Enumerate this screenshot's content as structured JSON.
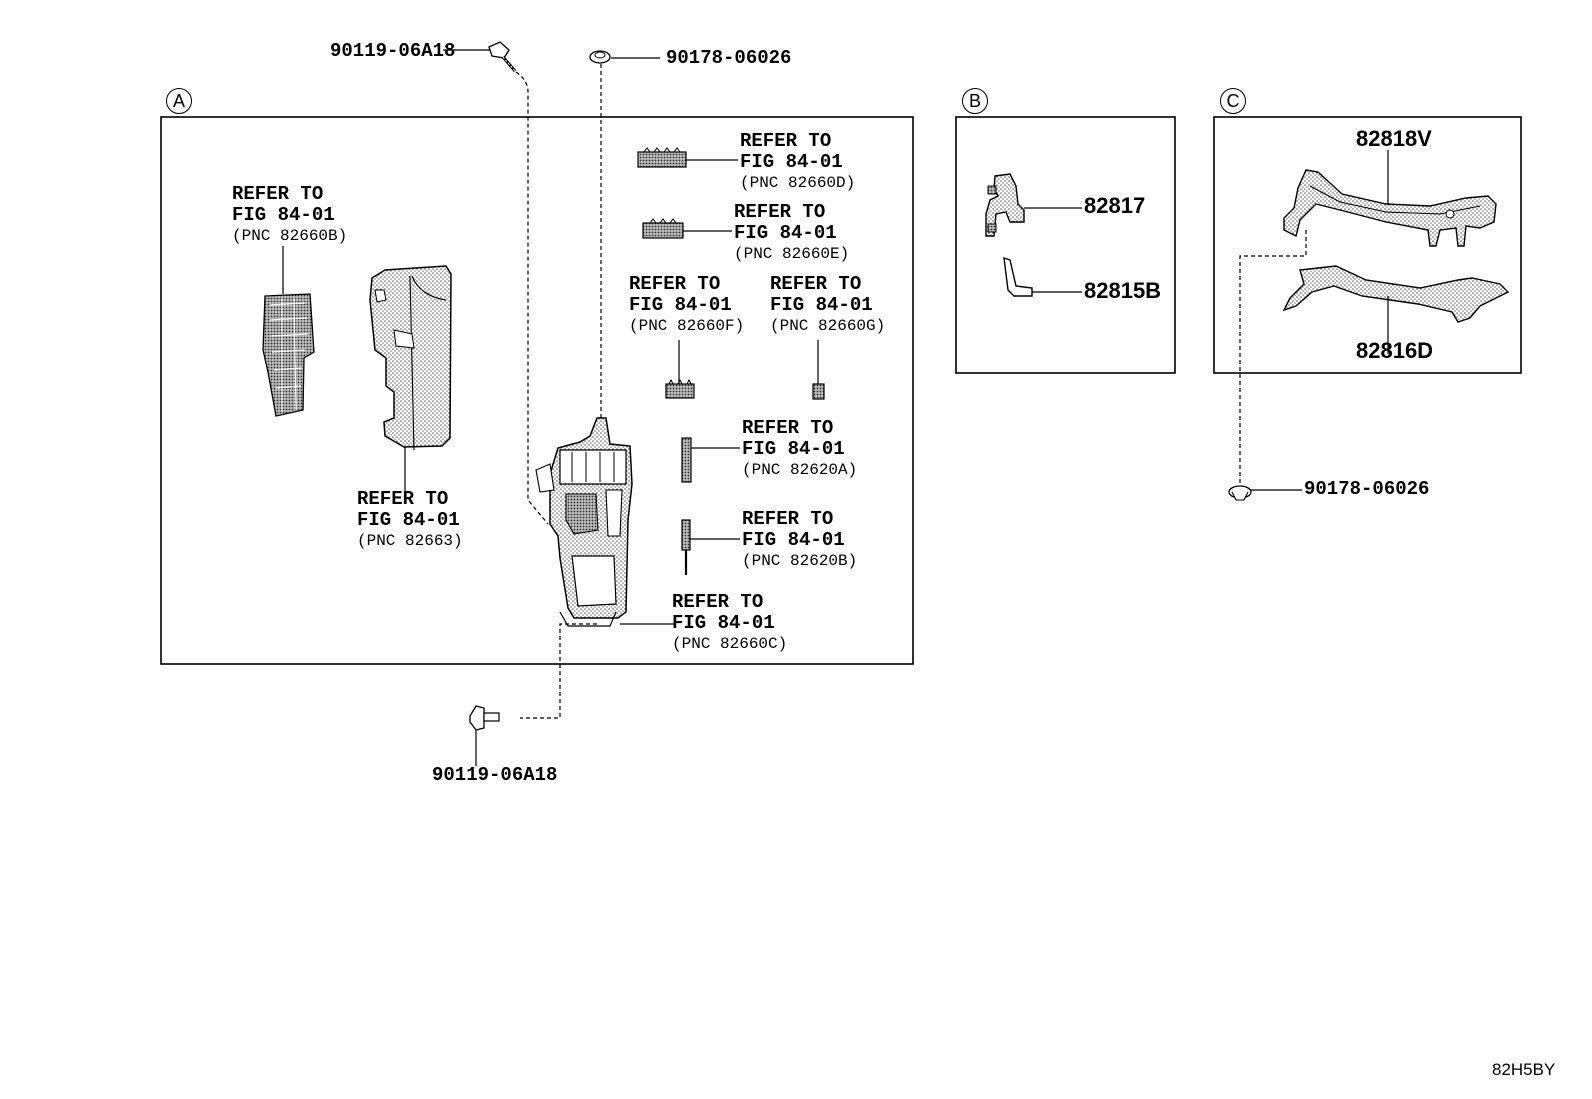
{
  "sections": {
    "a": "A",
    "b": "B",
    "c": "C"
  },
  "refs": {
    "r82660b": {
      "l1": "REFER TO",
      "l2": "FIG 84-01",
      "l3": "(PNC 82660B)"
    },
    "r82663": {
      "l1": "REFER TO",
      "l2": "FIG 84-01",
      "l3": "(PNC 82663)"
    },
    "r82660d": {
      "l1": "REFER TO",
      "l2": "FIG 84-01",
      "l3": "(PNC 82660D)"
    },
    "r82660e": {
      "l1": "REFER TO",
      "l2": "FIG 84-01",
      "l3": "(PNC 82660E)"
    },
    "r82660f": {
      "l1": "REFER TO",
      "l2": "FIG 84-01",
      "l3": "(PNC 82660F)"
    },
    "r82660g": {
      "l1": "REFER TO",
      "l2": "FIG 84-01",
      "l3": "(PNC 82660G)"
    },
    "r82620a": {
      "l1": "REFER TO",
      "l2": "FIG 84-01",
      "l3": "(PNC 82620A)"
    },
    "r82620b": {
      "l1": "REFER TO",
      "l2": "FIG 84-01",
      "l3": "(PNC 82620B)"
    },
    "r82660c": {
      "l1": "REFER TO",
      "l2": "FIG 84-01",
      "l3": "(PNC 82660C)"
    }
  },
  "parts": {
    "bolt_top": "90119-06A18",
    "clip_top": "90178-06026",
    "bolt_bottom": "90119-06A18",
    "p82817": "82817",
    "p82815b": "82815B",
    "p82818v": "82818V",
    "p82816d": "82816D",
    "clip_c": "90178-06026"
  },
  "diagram_code": "82H5BY"
}
